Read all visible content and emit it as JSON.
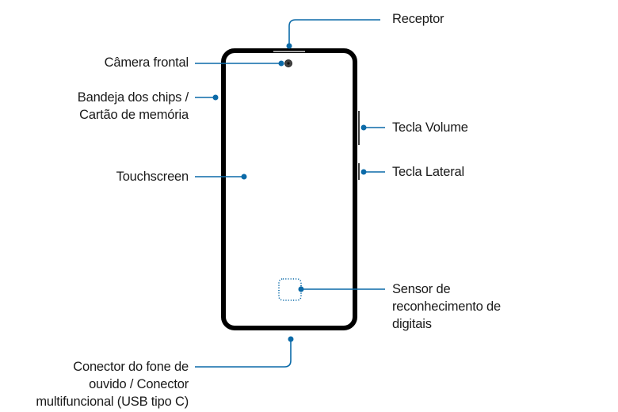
{
  "diagram": {
    "title": "Phone front view component layout",
    "accent_color": "#0b6aa8",
    "outline_color": "#000000",
    "labels": {
      "receptor": "Receptor",
      "camera": "Câmera frontal",
      "tray_l1": "Bandeja dos chips /",
      "tray_l2": "Cartão de memória",
      "touchscreen": "Touchscreen",
      "volume": "Tecla Volume",
      "side": "Tecla Lateral",
      "sensor_l1": "Sensor de",
      "sensor_l2": "reconhecimento de",
      "sensor_l3": "digitais",
      "connector_l1": "Conector do fone de",
      "connector_l2": "ouvido / Conector",
      "connector_l3": "multifuncional (USB tipo C)"
    }
  }
}
